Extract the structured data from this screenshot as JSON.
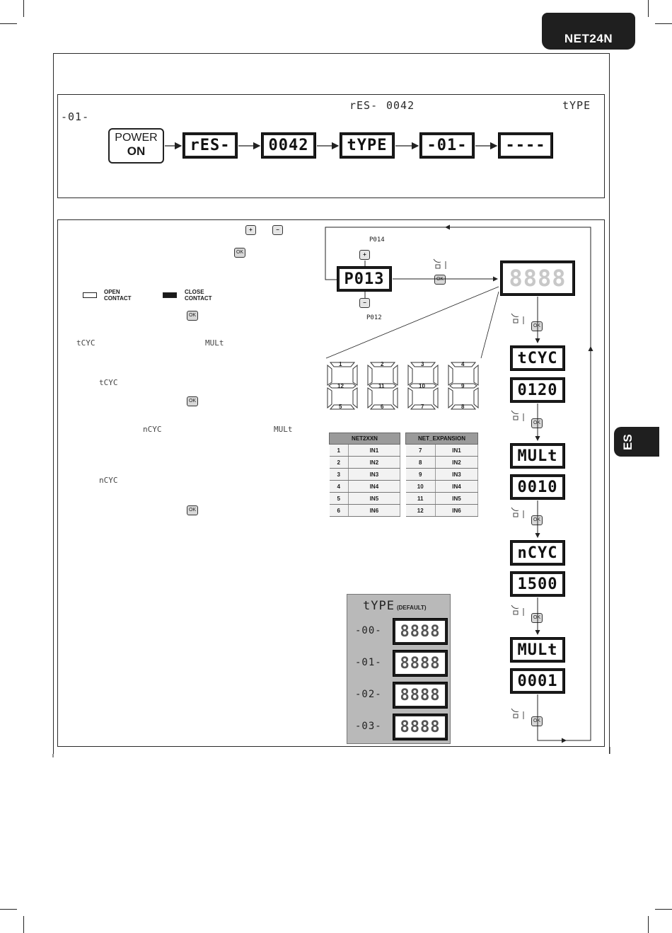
{
  "header": {
    "brand": "NET24N",
    "language_tab": "ES"
  },
  "section1": {
    "top_labels": {
      "res": "rES-",
      "code": "0042",
      "type": "tYPE",
      "type_code": "-01-"
    },
    "power_button": {
      "line1": "POWER",
      "line2": "ON"
    },
    "sequence": [
      "rES-",
      "0042",
      "tYPE",
      "-01-",
      "----"
    ]
  },
  "section2": {
    "keys": {
      "plus": "+",
      "minus": "−",
      "ok": "OK"
    },
    "legend": {
      "open": [
        "OPEN",
        "CONTACT"
      ],
      "close": [
        "CLOSE",
        "CONTACT"
      ]
    },
    "param_labels": {
      "tcyc": "tCYC",
      "mult": "MULt",
      "ncyc": "nCYC"
    },
    "nav": {
      "plus_param": "P014",
      "current_param": "P013",
      "minus_param": "P012"
    },
    "main_display": "8888",
    "steps": [
      {
        "label": "tCYC",
        "value": "0120"
      },
      {
        "label": "MULt",
        "value": "0010"
      },
      {
        "label": "nCYC",
        "value": "1500"
      },
      {
        "label": "MULt",
        "value": "0001"
      }
    ],
    "segment_numbers": [
      [
        "1",
        "12",
        "5"
      ],
      [
        "2",
        "11",
        "6"
      ],
      [
        "3",
        "10",
        "7"
      ],
      [
        "4",
        "9",
        "8"
      ]
    ],
    "io_table": {
      "left_header": "NET2XXN",
      "right_header": "NET_EXPANSION",
      "left_rows": [
        [
          "1",
          "IN1"
        ],
        [
          "2",
          "IN2"
        ],
        [
          "3",
          "IN3"
        ],
        [
          "4",
          "IN4"
        ],
        [
          "5",
          "IN5"
        ],
        [
          "6",
          "IN6"
        ]
      ],
      "right_rows": [
        [
          "7",
          "IN1"
        ],
        [
          "8",
          "IN2"
        ],
        [
          "9",
          "IN3"
        ],
        [
          "10",
          "IN4"
        ],
        [
          "11",
          "IN5"
        ],
        [
          "12",
          "IN6"
        ]
      ]
    },
    "type_panel": {
      "title": "tYPE",
      "subtitle": "(DEFAULT)",
      "rows": [
        "-00-",
        "-01-",
        "-02-",
        "-03-"
      ],
      "display": "8888"
    }
  }
}
